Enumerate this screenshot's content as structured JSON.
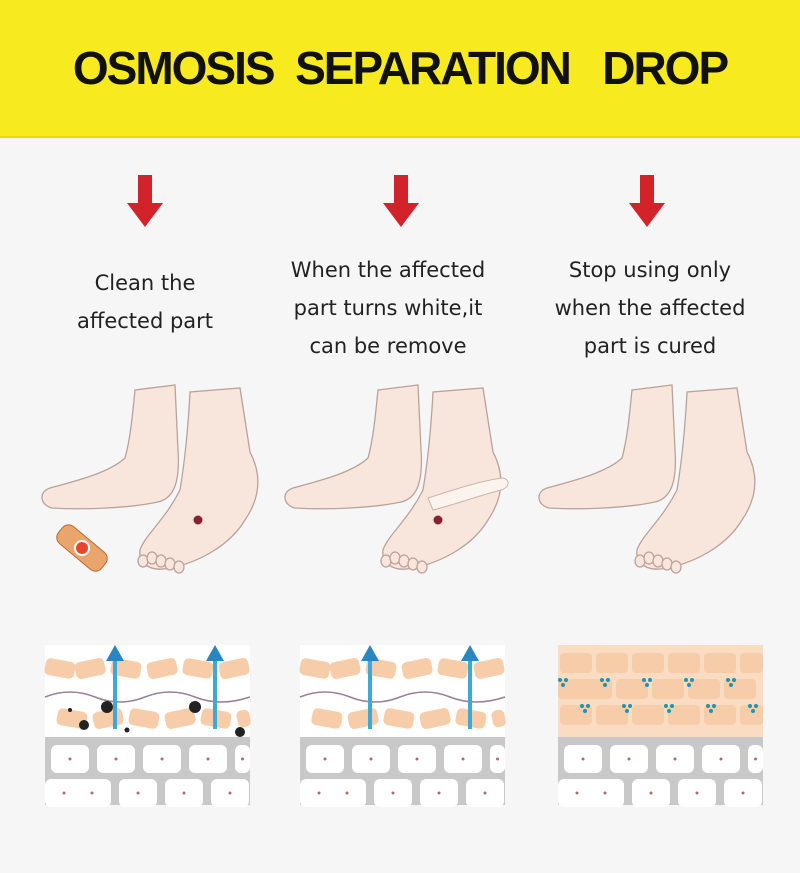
{
  "header": {
    "title": "OSMOSIS  SEPARATION   DROP",
    "background": "#f7ea1f"
  },
  "steps": [
    {
      "lines": [
        "Clean the",
        "affected part"
      ],
      "icon": "down-arrow-icon"
    },
    {
      "lines": [
        "When the affected",
        "part turns white,it",
        "can be remove"
      ],
      "icon": "down-arrow-icon"
    },
    {
      "lines": [
        "Stop using only",
        "when the affected",
        "part is cured"
      ],
      "icon": "down-arrow-icon"
    }
  ],
  "colors": {
    "arrow": "#d2232a",
    "skin": "#f8e6dc",
    "tissue": "#f6cda8",
    "cell": "#c8c8c8",
    "osmosis_arrow": "#3fa9d6"
  }
}
